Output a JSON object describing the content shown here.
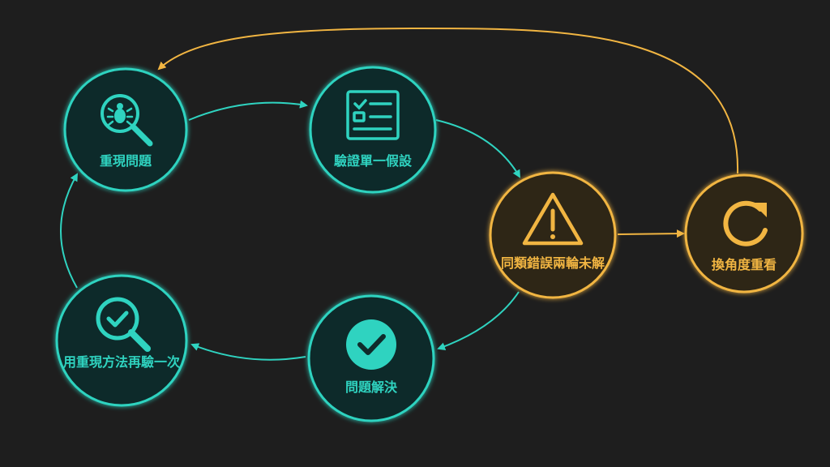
{
  "colors": {
    "background": "#1e1e1e",
    "teal": "#2fd3c0",
    "teal_fill": "#0f2b2b",
    "amber": "#f1b542",
    "amber_fill": "#2f2812"
  },
  "nodes": {
    "reproduce": {
      "label": "重現問題",
      "icon": "bug-search-icon"
    },
    "verify": {
      "label": "驗證單一假設",
      "icon": "checklist-icon"
    },
    "unresolved": {
      "label": "同類錯誤兩輪未解",
      "icon": "warning-icon"
    },
    "rethink": {
      "label": "換角度重看",
      "icon": "refresh-icon"
    },
    "resolved": {
      "label": "問題解決",
      "icon": "check-circle-icon"
    },
    "retest": {
      "label": "用重現方法再驗一次",
      "icon": "check-search-icon"
    }
  }
}
